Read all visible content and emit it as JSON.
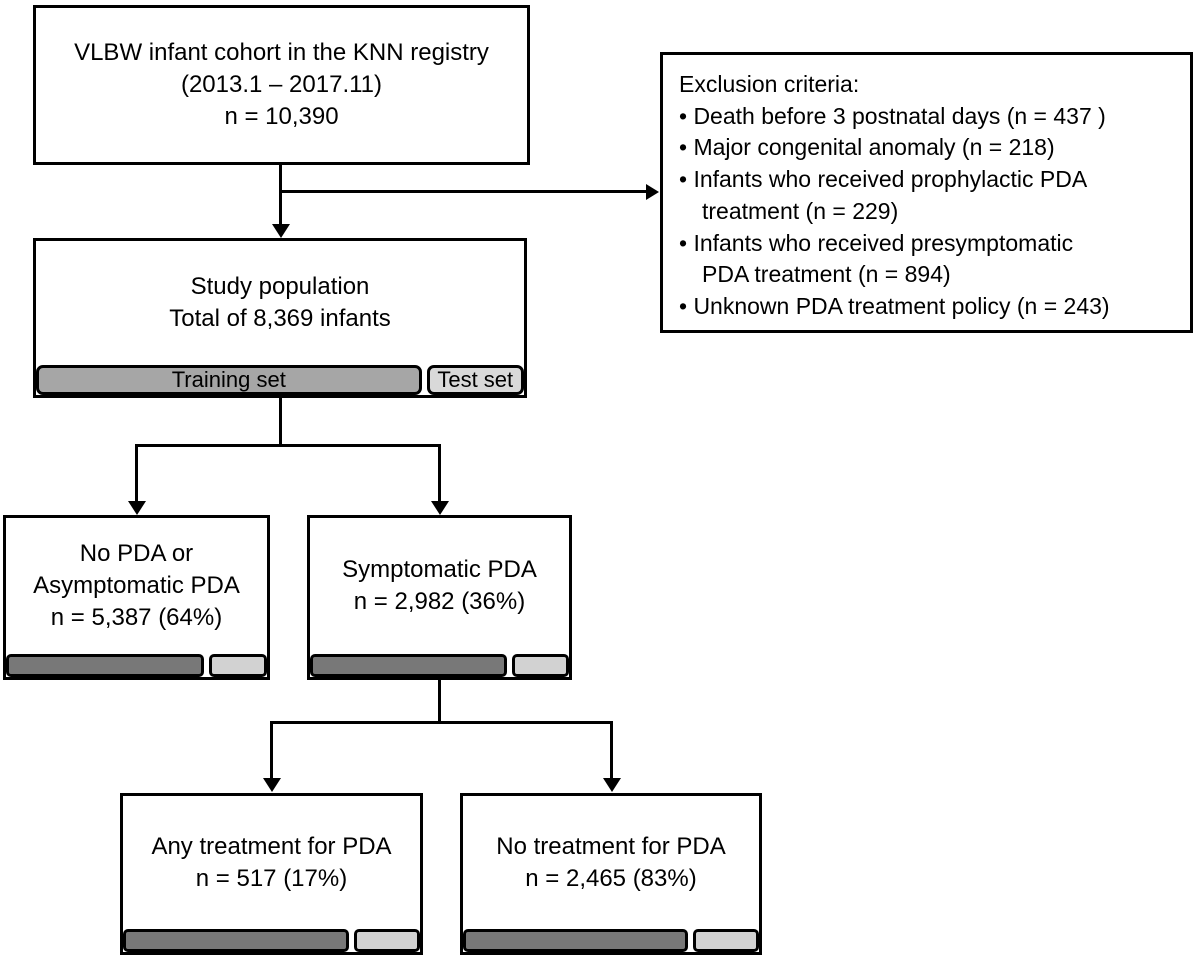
{
  "figure": {
    "background": "#ffffff",
    "line_color": "#000000",
    "colors": {
      "training_bar": "#a6a6a6",
      "test_bar": "#d9d9d9",
      "subgroup_dark_bar": "#787878",
      "subgroup_light_bar": "#d2d2d2"
    }
  },
  "top_box": {
    "lines": [
      "VLBW infant cohort in the KNN registry",
      "(2013.1 – 2017.11)",
      "n = 10,390"
    ]
  },
  "exclusion_box": {
    "title": "Exclusion criteria:",
    "items": [
      {
        "lines": [
          "• Death before 3 postnatal days (n = 437 )"
        ]
      },
      {
        "lines": [
          "• Major congenital anomaly (n = 218)"
        ]
      },
      {
        "lines": [
          "• Infants who received prophylactic PDA",
          "treatment (n = 229)"
        ]
      },
      {
        "lines": [
          "• Infants who received presymptomatic",
          "PDA treatment (n = 894)"
        ]
      },
      {
        "lines": [
          "• Unknown PDA treatment policy (n = 243)"
        ]
      }
    ]
  },
  "study_box": {
    "lines": [
      "Study population",
      "Total of 8,369 infants"
    ],
    "training_label": "Training set",
    "test_label": "Test set"
  },
  "no_pda_box": {
    "lines": [
      "No PDA or",
      "Asymptomatic PDA",
      "n = 5,387 (64%)"
    ]
  },
  "symptomatic_box": {
    "lines": [
      "Symptomatic PDA",
      "n = 2,982 (36%)"
    ]
  },
  "any_treatment_box": {
    "lines": [
      "Any treatment for PDA",
      "n = 517 (17%)"
    ]
  },
  "no_treatment_box": {
    "lines": [
      "No treatment for PDA",
      "n = 2,465 (83%)"
    ]
  }
}
